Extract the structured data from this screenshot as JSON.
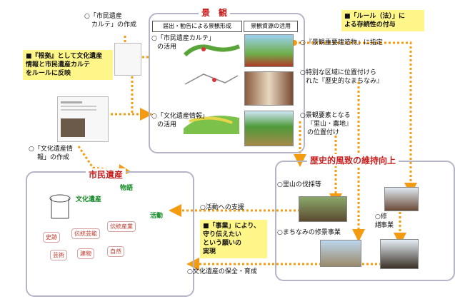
{
  "section_titles": {
    "keikan": "景　観",
    "rekishi": "歴史的風致の維持向上",
    "shimin": "市民遺産"
  },
  "keikan_headers": [
    "届出・勧告による景観形成",
    "景観資源の活用"
  ],
  "labels": {
    "karte_create": [
      "○「市民遺産",
      "カルテ」の作成"
    ],
    "karte_use": [
      "○「市民遺産カルテ」",
      "の活用"
    ],
    "joho_use": [
      "○「文化遺産情報」",
      "の活用"
    ],
    "joho_create": [
      "○「文化遺産情",
      "報」の作成"
    ],
    "shitei": "○『景観重要建造物』に指定",
    "ichizuke": [
      "○特別な区域に位置付けら",
      "れた『歴史的なまちなみ』"
    ],
    "satoyama_ichi": [
      "○景観要素となる",
      "『里山・農地』",
      "の位置付け"
    ],
    "satoyama_batsu": "○里山の伐採等",
    "machinami": "○まちなみの修景事業",
    "katsudo_shien": "○活動への支援",
    "hozen": "○文化遺産の保全・育成",
    "shuri": [
      "○修",
      "繕",
      "事",
      "業"
    ]
  },
  "yellow_notes": {
    "rule": [
      "■「ルール（法）」に",
      "よる存続性の付与"
    ],
    "konkyo": [
      "■『根拠』として文化遺産",
      "情報と市民遺産カルテ",
      "をルールに反映"
    ],
    "jigyo": [
      "■「事業」により、",
      "守り伝えたい",
      "という願いの",
      "実現"
    ]
  },
  "shimin_inner": {
    "monogatari": "物語",
    "bunka_isan": "文化遺産",
    "katsudo": "活動",
    "tags": [
      "史跡",
      "伝統芸能",
      "伝統産業",
      "芸術",
      "建物",
      "自然"
    ]
  },
  "colors": {
    "accent_red": "#c81e1e",
    "arrow_orange": "#f39c12",
    "note_yellow": "#fff68a",
    "box_border": "#b5b5c8"
  }
}
